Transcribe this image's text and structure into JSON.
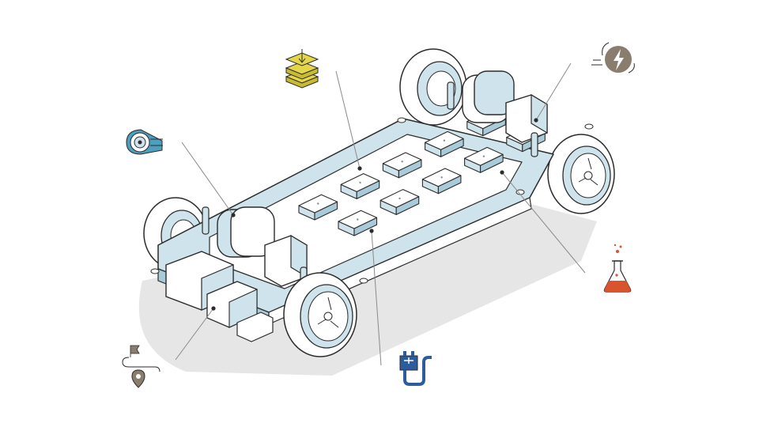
{
  "diagram": {
    "subject": "ev-skateboard-platform",
    "colors": {
      "outline": "#2b2b2b",
      "body_light": "#ffffff",
      "body_blue": "#cfe3ec",
      "body_blue_dark": "#a9cbd9",
      "shadow": "#e6e6e6",
      "leader": "#8a8a8a"
    },
    "callouts": [
      {
        "id": "cell-stack",
        "icon": "stacked-cells-icon",
        "color": "#e3d64a"
      },
      {
        "id": "charging",
        "icon": "lightning-cycle-icon",
        "color": "#8a7d6e"
      },
      {
        "id": "motor",
        "icon": "motor-rotor-icon",
        "color": "#4d9fbf"
      },
      {
        "id": "chemistry",
        "icon": "flask-icon",
        "color": "#d9542c"
      },
      {
        "id": "connector",
        "icon": "plug-connector-icon",
        "color": "#2c5c9c"
      },
      {
        "id": "navigation",
        "icon": "route-pin-icon",
        "color": "#8a7d6e"
      }
    ]
  }
}
